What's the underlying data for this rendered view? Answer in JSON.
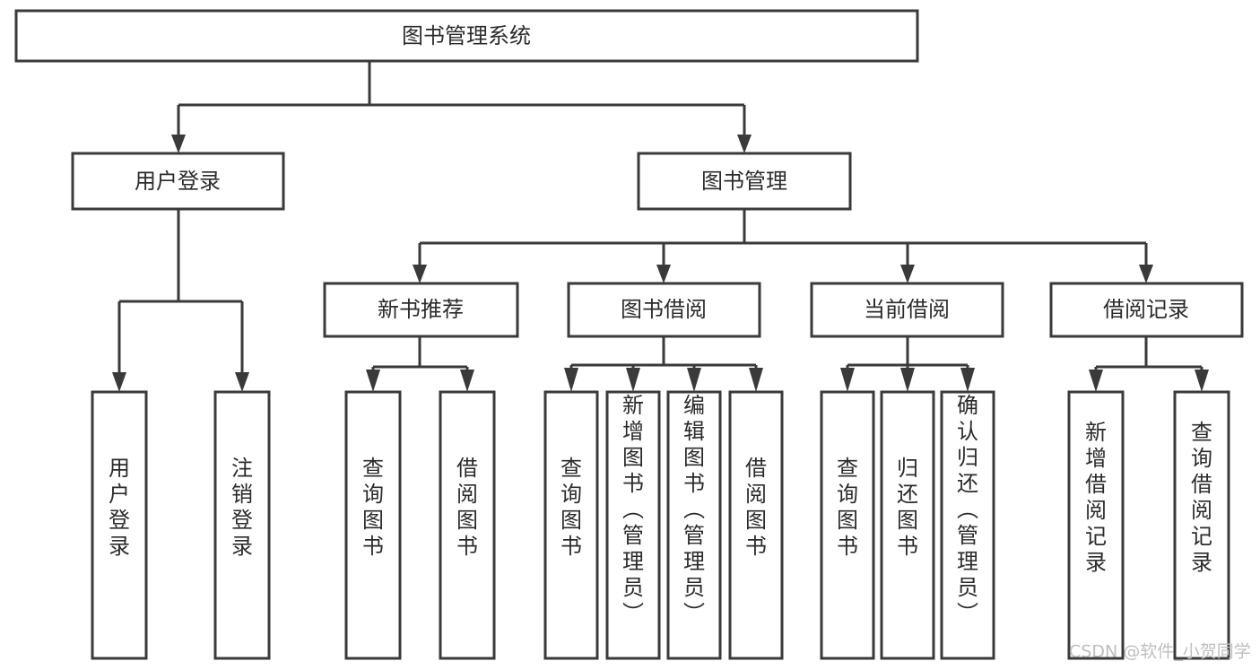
{
  "diagram": {
    "title": "图书管理系统",
    "type": "tree-hierarchy",
    "root": {
      "id": "root",
      "label": "图书管理系统"
    },
    "level2": [
      {
        "id": "user-login",
        "label": "用户登录"
      },
      {
        "id": "book-manage",
        "label": "图书管理"
      }
    ],
    "level3": [
      {
        "id": "new-book-recommend",
        "label": "新书推荐",
        "parent": "book-manage"
      },
      {
        "id": "book-borrow",
        "label": "图书借阅",
        "parent": "book-manage"
      },
      {
        "id": "current-borrow",
        "label": "当前借阅",
        "parent": "book-manage"
      },
      {
        "id": "borrow-record",
        "label": "借阅记录",
        "parent": "book-manage"
      }
    ],
    "leaves": [
      {
        "id": "leaf-user-login",
        "label": "用户登录",
        "parent": "user-login"
      },
      {
        "id": "leaf-logout-login",
        "label": "注销登录",
        "parent": "user-login"
      },
      {
        "id": "leaf-query-book-1",
        "label": "查询图书",
        "parent": "new-book-recommend"
      },
      {
        "id": "leaf-borrow-book-1",
        "label": "借阅图书",
        "parent": "new-book-recommend"
      },
      {
        "id": "leaf-query-book-2",
        "label": "查询图书",
        "parent": "book-borrow"
      },
      {
        "id": "leaf-add-book",
        "label": "新增图书（管理员）",
        "parent": "book-borrow"
      },
      {
        "id": "leaf-edit-book",
        "label": "编辑图书（管理员）",
        "parent": "book-borrow"
      },
      {
        "id": "leaf-borrow-book-2",
        "label": "借阅图书",
        "parent": "book-borrow"
      },
      {
        "id": "leaf-query-book-3",
        "label": "查询图书",
        "parent": "current-borrow"
      },
      {
        "id": "leaf-return-book",
        "label": "归还图书",
        "parent": "current-borrow"
      },
      {
        "id": "leaf-confirm-return",
        "label": "确认归还（管理员）",
        "parent": "current-borrow"
      },
      {
        "id": "leaf-add-record",
        "label": "新增借阅记录",
        "parent": "borrow-record"
      },
      {
        "id": "leaf-query-record",
        "label": "查询借阅记录",
        "parent": "borrow-record"
      }
    ],
    "colors": {
      "stroke": "#3a3a3a",
      "fill": "#ffffff",
      "text": "#2b2b2b",
      "watermark": "#bfbfbf",
      "background": "#ffffff"
    }
  },
  "watermark": {
    "text": "CSDN @软件_小贺同学"
  }
}
